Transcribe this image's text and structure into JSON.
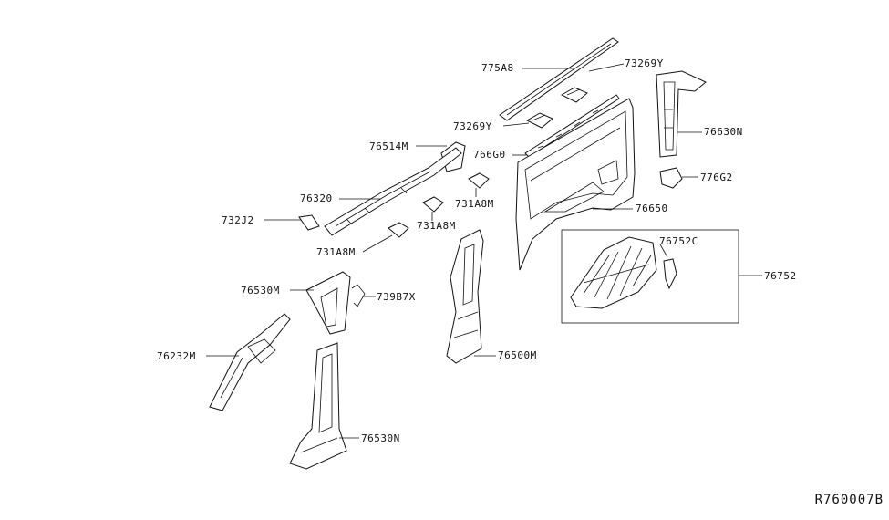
{
  "labels": {
    "l775A8": "775A8",
    "l73269Y_a": "73269Y",
    "l73269Y_b": "73269Y",
    "l76630N": "76630N",
    "l76514M": "76514M",
    "l766G0": "766G0",
    "l776G2": "776G2",
    "l76320": "76320",
    "l731A8M_a": "731A8M",
    "l731A8M_b": "731A8M",
    "l731A8M_c": "731A8M",
    "l732J2": "732J2",
    "l76650": "76650",
    "l76752C": "76752C",
    "l76752": "76752",
    "l76530M": "76530M",
    "l739B7X": "739B7X",
    "l76232M": "76232M",
    "l76500M": "76500M",
    "l76530N": "76530N"
  },
  "reference": "R760007B"
}
